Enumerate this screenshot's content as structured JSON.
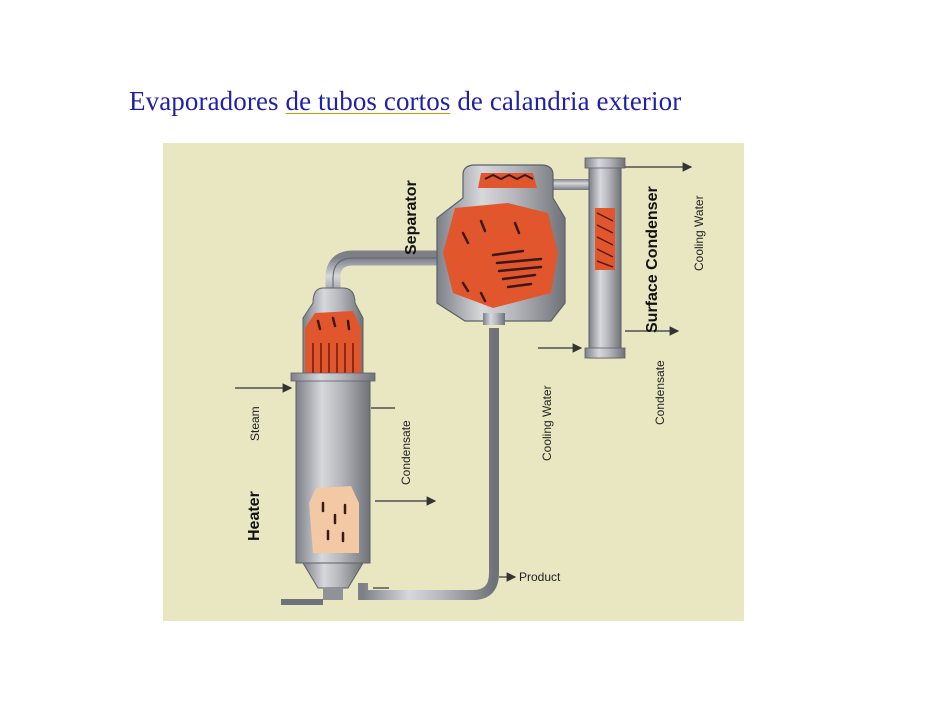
{
  "title": {
    "part1": "Evaporadores ",
    "part2": "de tubos cortos",
    "part3": " de calandria exterior"
  },
  "labels": {
    "separator": "Separator",
    "surface_condenser": "Surface Condenser",
    "cooling_water_top": "Cooling Water",
    "cooling_water_bottom": "Cooling Water",
    "condensate_right": "Condensate",
    "condensate_left": "Condensate",
    "steam": "Steam",
    "heater": "Heater",
    "product": "Product"
  },
  "colors": {
    "title_text": "#1f1fa8",
    "title_underline": "#cc9a00",
    "background_panel": "#e9e6c2",
    "steel": "#a9abb0",
    "steam_orange": "#e2562e",
    "liquid_peach": "#f2c8a5"
  }
}
